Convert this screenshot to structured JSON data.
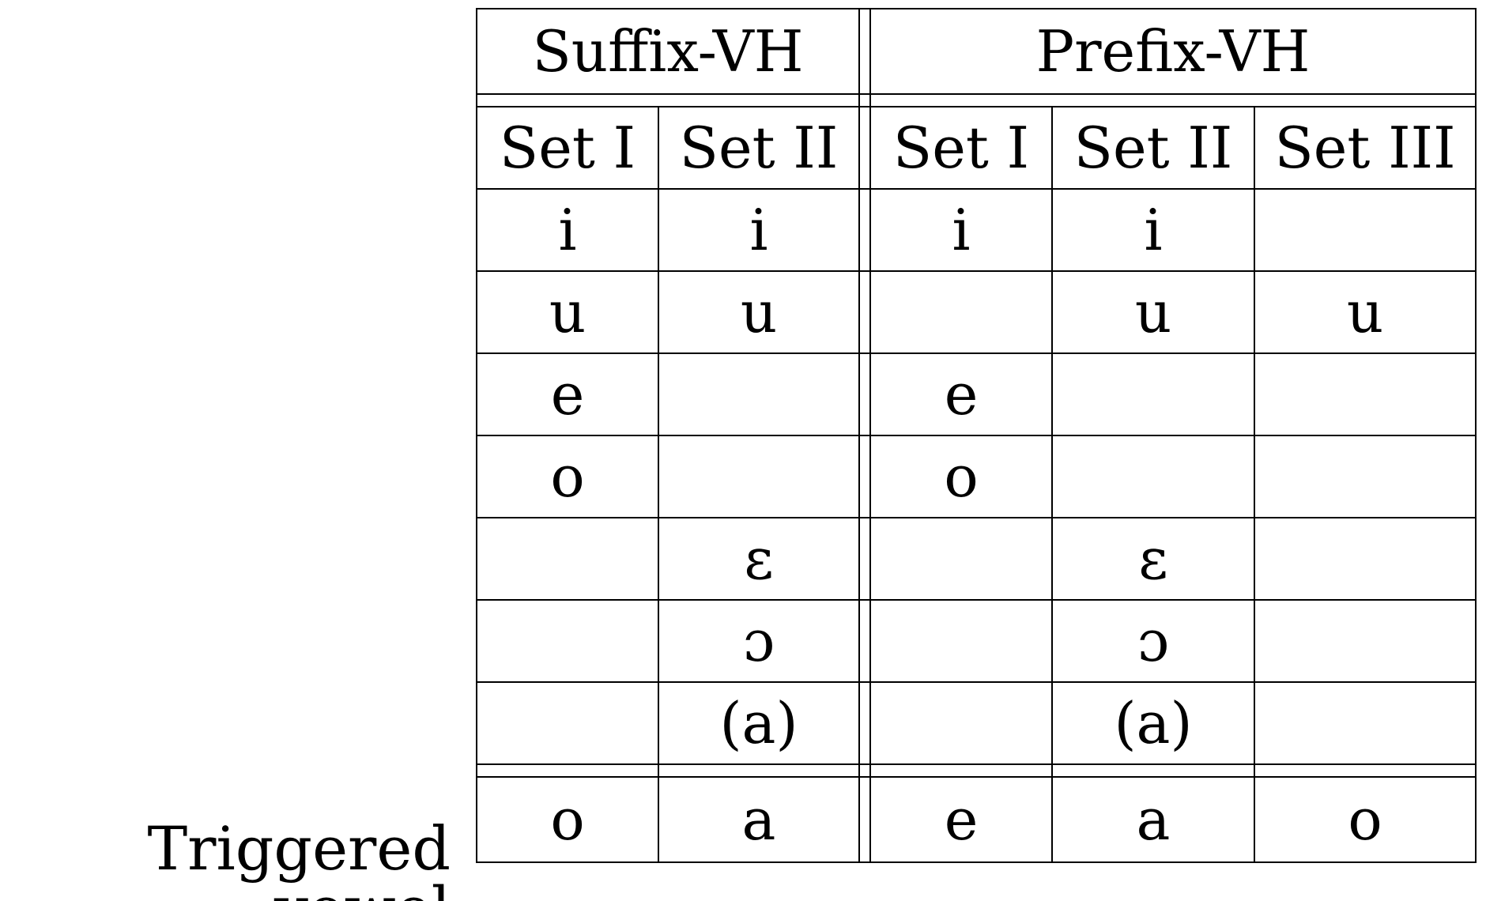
{
  "groups": {
    "suffix": "Suffix-VH",
    "prefix": "Prefix-VH"
  },
  "sets": {
    "suffix_set1": "Set I",
    "suffix_set2": "Set II",
    "prefix_set1": "Set I",
    "prefix_set2": "Set II",
    "prefix_set3": "Set III"
  },
  "rows": [
    [
      "i",
      "i",
      "i",
      "i",
      ""
    ],
    [
      "u",
      "u",
      "",
      "u",
      "u"
    ],
    [
      "e",
      "",
      "e",
      "",
      ""
    ],
    [
      "o",
      "",
      "o",
      "",
      ""
    ],
    [
      "",
      "ɛ",
      "",
      "ɛ",
      ""
    ],
    [
      "",
      "ɔ",
      "",
      "ɔ",
      ""
    ],
    [
      "",
      "(a)",
      "",
      "(a)",
      ""
    ]
  ],
  "triggered": {
    "label": "Triggered vowel",
    "values": [
      "o",
      "a",
      "e",
      "a",
      "o"
    ]
  }
}
